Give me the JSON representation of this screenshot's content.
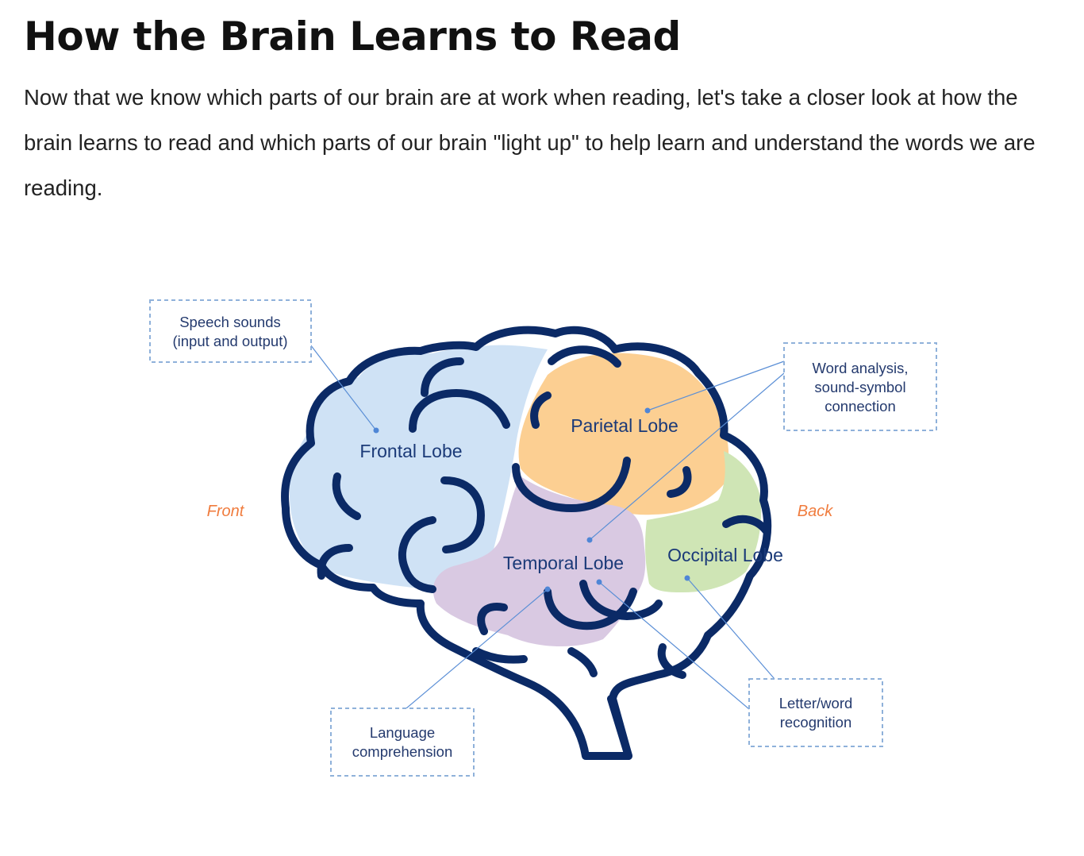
{
  "heading": "How the Brain Learns to Read",
  "intro": "Now that we know which parts of our brain are at work when reading, let's take a closer look at how the brain learns to read and which parts of our brain \"light up\" to help learn and understand the words we are reading.",
  "diagram": {
    "lobes": {
      "frontal": "Frontal Lobe",
      "parietal": "Parietal Lobe",
      "temporal": "Temporal Lobe",
      "occipital": "Occipital Lobe"
    },
    "directions": {
      "front": "Front",
      "back": "Back"
    },
    "callouts": {
      "speech": [
        "Speech sounds",
        "(input and output)"
      ],
      "word_analysis": [
        "Word analysis,",
        "sound-symbol",
        "connection"
      ],
      "language": [
        "Language",
        "comprehension"
      ],
      "letter_word": [
        "Letter/word",
        "recognition"
      ]
    },
    "colors": {
      "frontal": "#cfe2f5",
      "parietal": "#fccf92",
      "temporal": "#d9c9e2",
      "occipital": "#cfe5b5",
      "outline": "#0b2a66",
      "direction_label": "#f07c3e"
    }
  }
}
